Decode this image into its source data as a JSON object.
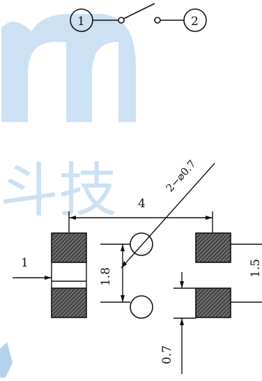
{
  "schematic": {
    "pin_1": "1",
    "pin_2": "2"
  },
  "dimensions": {
    "pitch_x": "4",
    "pad_width": "1",
    "pitch_y": "1.8",
    "height_right": "1.5",
    "pad_height": "0.7",
    "hole_spec": "2−⌀0.7"
  },
  "watermark": {
    "text": "斗技",
    "color": "#5b9bd5"
  },
  "colors": {
    "line": "#111111",
    "pad_hatch": "#444444"
  }
}
